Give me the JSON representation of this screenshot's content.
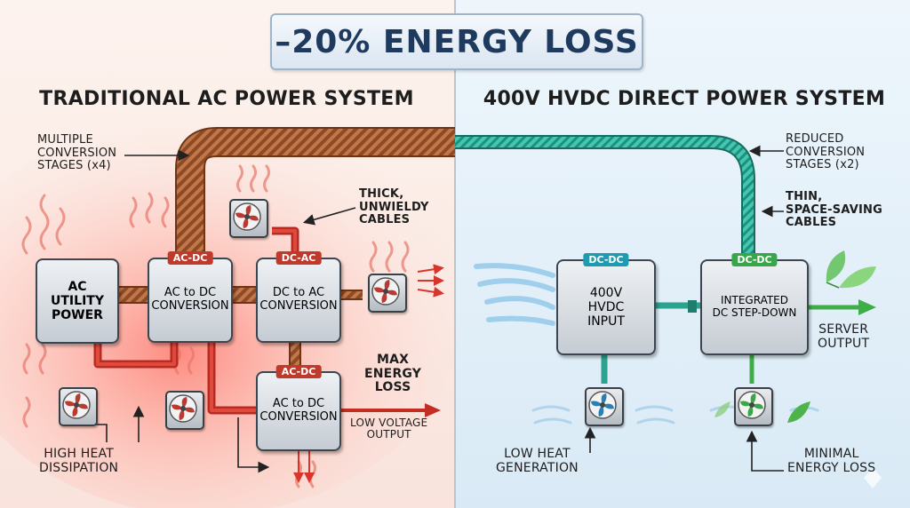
{
  "headline": "–20% ENERGY LOSS",
  "left": {
    "title": "TRADITIONAL AC POWER SYSTEM",
    "annotations": {
      "stages": "MULTIPLE\nCONVERSION\nSTAGES (x4)",
      "cables": "THICK,\nUNWIELDY\nCABLES",
      "max_loss": "MAX\nENERGY\nLOSS",
      "low_voltage": "LOW VOLTAGE\nOUTPUT",
      "heat": "HIGH HEAT\nDISSIPATION"
    },
    "boxes": {
      "utility": {
        "label": "AC\nUTILITY\nPOWER"
      },
      "acdc1": {
        "tag": "AC-DC",
        "label": "AC to DC\nCONVERSION"
      },
      "dcac": {
        "tag": "DC-AC",
        "label": "DC to AC\nCONVERSION"
      },
      "acdc2": {
        "tag": "AC-DC",
        "label": "AC to DC\nCONVERSION"
      }
    }
  },
  "right": {
    "title": "400V HVDC DIRECT POWER SYSTEM",
    "annotations": {
      "stages": "REDUCED\nCONVERSION\nSTAGES (x2)",
      "cables": "THIN,\nSPACE-SAVING\nCABLES",
      "output": "SERVER\nOUTPUT",
      "heat": "LOW HEAT\nGENERATION",
      "loss": "MINIMAL\nENERGY LOSS"
    },
    "boxes": {
      "input": {
        "tag": "DC-DC",
        "label": "400V\nHVDC\nINPUT"
      },
      "stepdown": {
        "tag": "DC-DC",
        "label": "INTEGRATED\nDC STEP-DOWN"
      }
    }
  },
  "colors": {
    "hot": "#e23b2e",
    "copper": "#b8693a",
    "hvdc_cable": "#2fae9a",
    "green": "#3fae49",
    "tag_red": "#c0392b",
    "tag_teal": "#1e9bb0",
    "tag_green": "#3aa64a"
  },
  "icons": [
    "fan-icon",
    "leaf-icon",
    "heat-wave-icon",
    "air-flow-icon"
  ]
}
